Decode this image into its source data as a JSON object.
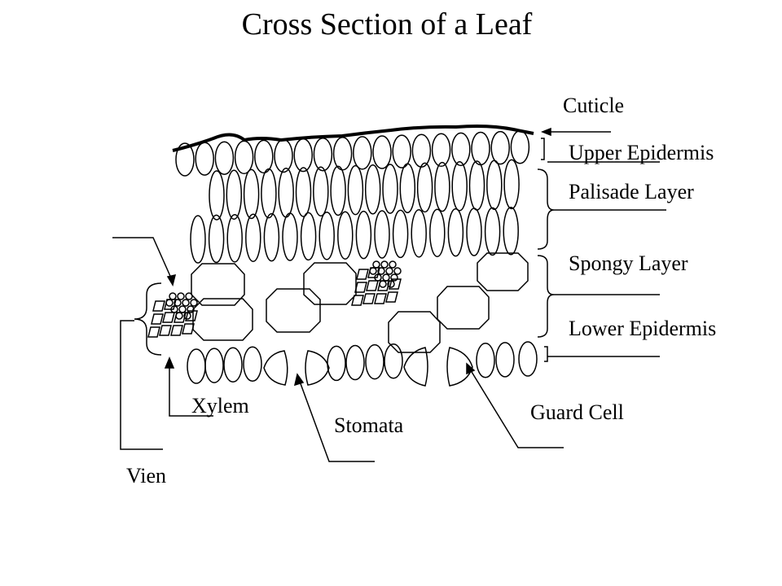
{
  "title": "Cross Section of a Leaf",
  "labels": {
    "cuticle": "Cuticle",
    "upper_epidermis": "Upper Epidermis",
    "palisade_layer": "Palisade Layer",
    "spongy_layer": "Spongy Layer",
    "lower_epidermis": "Lower Epidermis",
    "xylem": "Xylem",
    "stomata": "Stomata",
    "guard_cell": "Guard Cell",
    "vein": "Vien"
  },
  "colors": {
    "stroke": "#000000",
    "background": "#ffffff"
  }
}
